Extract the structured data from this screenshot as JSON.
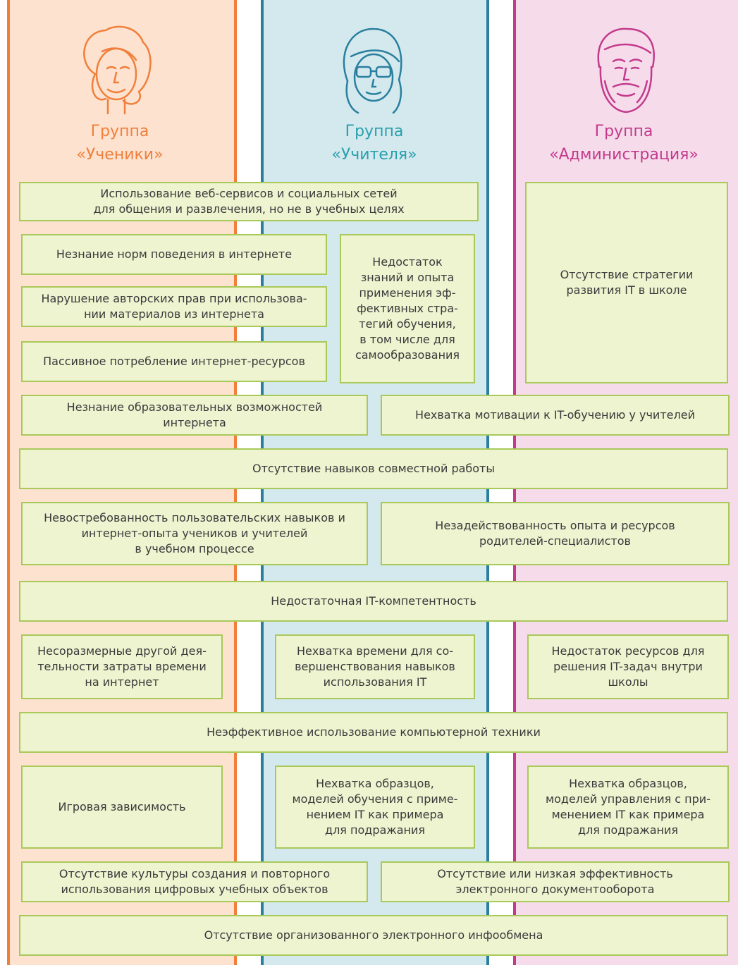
{
  "colors": {
    "students": "#f07f3c",
    "teachers": "#2aa0ad",
    "admin": "#c33a8c",
    "box_border": "#a9c95b",
    "box_fill": "#eef3d0"
  },
  "groups": {
    "students": {
      "line1": "Группа",
      "line2": "«Ученики»",
      "avatar": "girl-avatar-icon"
    },
    "teachers": {
      "line1": "Группа",
      "line2": "«Учителя»",
      "avatar": "teacher-with-glasses-icon"
    },
    "admin": {
      "line1": "Группа",
      "line2": "«Администрация»",
      "avatar": "bearded-man-icon"
    }
  },
  "problems": {
    "web_entertainment": "Использование веб-сервисов и социальных сетей\nдля общения и развлечения, но не в учебных целях",
    "no_strategy": "Отсутствие стратегии\nразвития IT в школе",
    "netiquette": "Незнание норм поведения в интернете",
    "lack_knowledge": "Недостаток\nзнаний и опыта\nприменения эф-\nфективных стра-\nтегий обучения,\nв том числе для\nсамообразования",
    "copyright": "Нарушение авторских прав при использова-\nнии материалов из интернета",
    "passive": "Пассивное потребление интернет-ресурсов",
    "edu_opportunities": "Незнание образовательных возможностей\nинтернета",
    "motivation": "Нехватка мотивации к IT-обучению у учителей",
    "collaboration": "Отсутствие навыков совместной работы",
    "unused_skills": "Невостребованность пользовательских навыков и\nинтернет-опыта учеников и учителей\nв учебном процессе",
    "parents": "Незадействованность опыта и ресурсов\nродителей-специалистов",
    "it_competence": "Недостаточная IT-компетентность",
    "time_internet": "Несоразмерные другой дея-\nтельности затраты времени\nна интернет",
    "time_skills": "Нехватка времени для со-\nвершенствования навыков\nиспользования IT",
    "resources": "Недостаток ресурсов для\nрешения IT-задач внутри\nшколы",
    "inefficient_hw": "Неэффективное использование компьютерной техники",
    "gaming": "Игровая зависимость",
    "teach_models": "Нехватка образцов,\nмоделей обучения с приме-\nнением IT как примера\nдля подражания",
    "manage_models": "Нехватка образцов,\nмоделей управления с при-\nменением IT как примера\nдля подражания",
    "digital_objects": "Отсутствие культуры создания и повторного\nиспользования цифровых учебных объектов",
    "doc_flow": "Отсутствие или низкая эффективность\nэлектронного документооборота",
    "info_exchange": "Отсутствие организованного электронного инфообмена"
  }
}
